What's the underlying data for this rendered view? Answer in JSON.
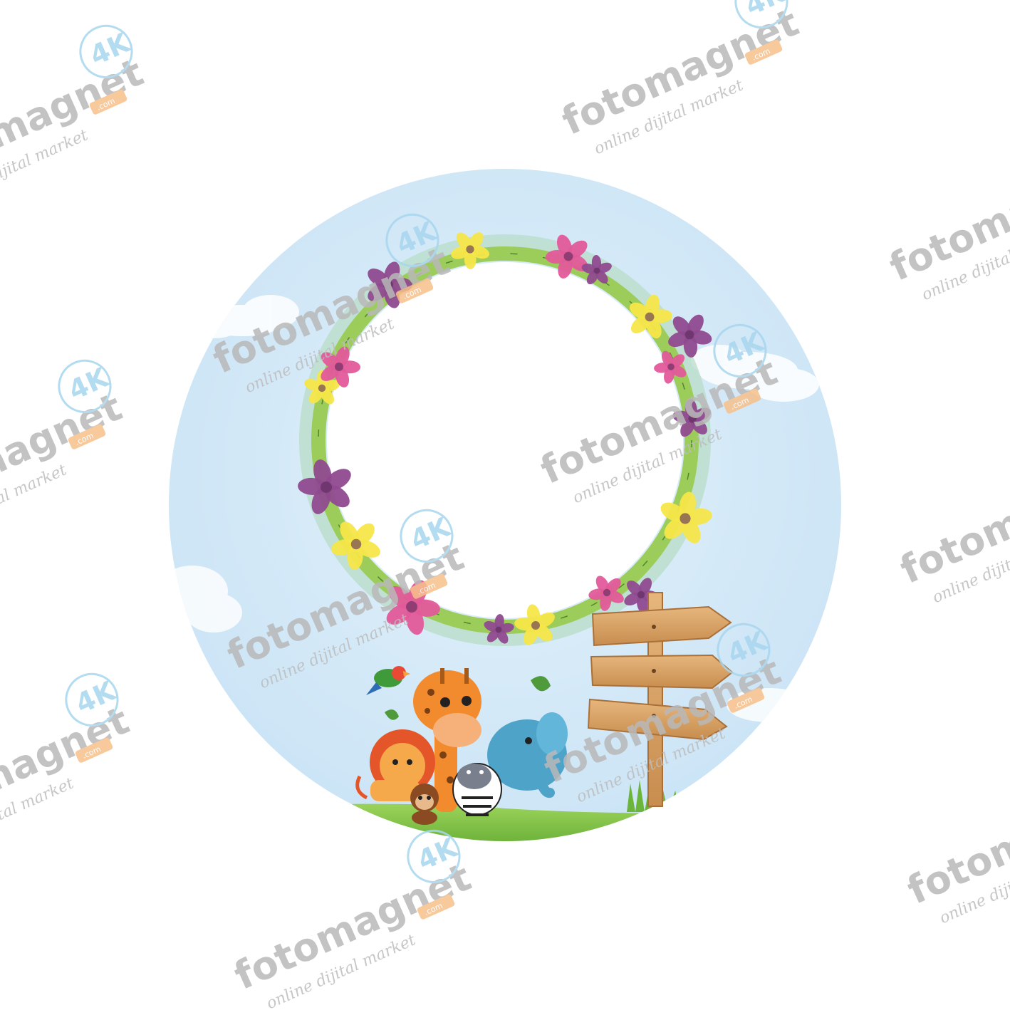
{
  "watermark": {
    "brand": "fotomagnet",
    "badge": "4K",
    "domain": ".com",
    "tagline": "online dijital market"
  },
  "colors": {
    "sky": "#d3e8f7",
    "page": "#ffffff",
    "wreath": "#9ccc5a",
    "grass": "#7cc242",
    "sign_wood": "#d9a468",
    "flower_pink": "#e15a9a",
    "flower_purple": "#8f4a8f",
    "flower_yellow": "#f5e64a",
    "watermark_gray": "#b9b9b9",
    "watermark_blue": "#a8d6ee",
    "watermark_orange": "#f7c08a"
  },
  "scene": {
    "signpost_icon": "wooden-signpost-icon",
    "animals": [
      "parrot-icon",
      "giraffe-icon",
      "lion-icon",
      "monkey-icon",
      "zebra-icon",
      "elephant-icon"
    ]
  }
}
